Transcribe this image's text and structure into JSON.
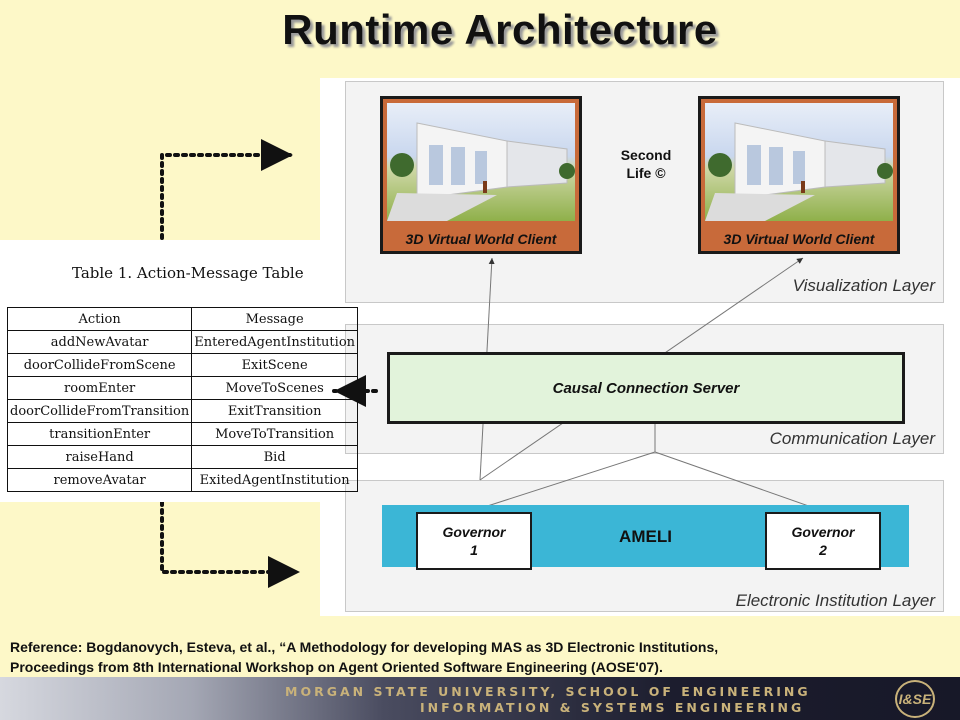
{
  "title": "Runtime Architecture",
  "diagram": {
    "layers": {
      "visualization": "Visualization Layer",
      "communication": "Communication Layer",
      "institution": "Electronic Institution Layer"
    },
    "clients": [
      "3D Virtual World Client",
      "3D Virtual World Client"
    ],
    "second_life": [
      "Second",
      "Life ©"
    ],
    "server": "Causal Connection Server",
    "ameli": "AMELI",
    "governors": [
      [
        "Governor",
        "1"
      ],
      [
        "Governor",
        "2"
      ]
    ]
  },
  "table": {
    "caption": "Table 1. Action-Message Table",
    "headers": [
      "Action",
      "Message"
    ],
    "rows": [
      [
        "addNewAvatar",
        "EnteredAgentInstitution"
      ],
      [
        "doorCollideFromScene",
        "ExitScene"
      ],
      [
        "roomEnter",
        "MoveToScenes"
      ],
      [
        "doorCollideFromTransition",
        "ExitTransition"
      ],
      [
        "transitionEnter",
        "MoveToTransition"
      ],
      [
        "raiseHand",
        "Bid"
      ],
      [
        "removeAvatar",
        "ExitedAgentInstitution"
      ]
    ]
  },
  "reference": [
    "Reference: Bogdanovych, Esteva, et al., “A Methodology for developing MAS as 3D Electronic Institutions,",
    "Proceedings from 8th International Workshop on Agent Oriented Software Engineering (AOSE'07)."
  ],
  "footer": {
    "line1": "MORGAN STATE UNIVERSITY, SCHOOL OF ENGINEERING",
    "line2": "INFORMATION & SYSTEMS ENGINEERING",
    "logo": "I&SE"
  }
}
